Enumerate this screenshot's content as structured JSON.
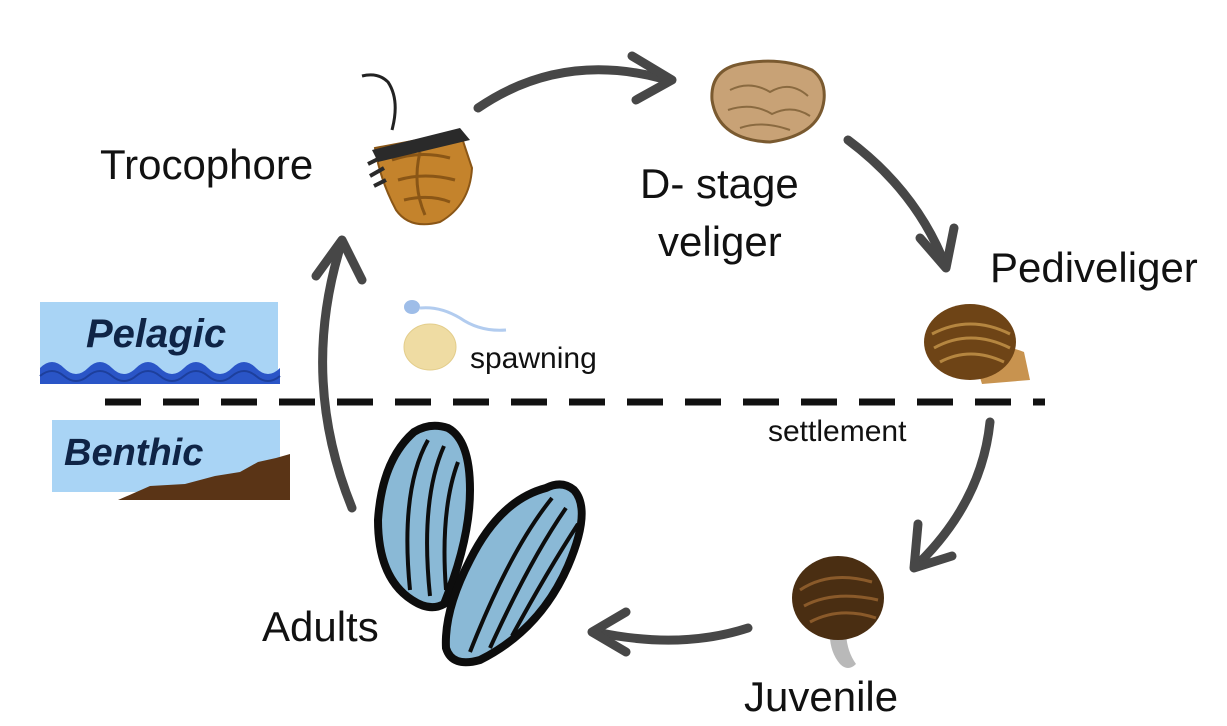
{
  "zones": {
    "pelagic": "Pelagic",
    "benthic": "Benthic"
  },
  "stages": {
    "trocophore": "Trocophore",
    "d_stage_line1": "D- stage",
    "d_stage_line2": "veliger",
    "pediveliger": "Pediveliger",
    "juvenile": "Juvenile",
    "adults": "Adults"
  },
  "events": {
    "spawning": "spawning",
    "settlement": "settlement"
  },
  "colors": {
    "arrow": "#474747",
    "water": "#a9d4f5",
    "wave": "#2a55c7",
    "sediment": "#5a3416",
    "larva_tan": "#c8a276",
    "larva_orange": "#c4832c",
    "shell_brown": "#5e3a12",
    "mussel_blue": "#8ab9d6",
    "egg": "#efdca3",
    "sperm": "#9ebde8"
  },
  "icons": [
    "trocophore-larva-icon",
    "d-veliger-larva-icon",
    "pediveliger-larva-icon",
    "juvenile-mussel-icon",
    "adult-mussels-icon",
    "egg-icon",
    "sperm-icon",
    "pelagic-water-icon",
    "benthic-seafloor-icon"
  ]
}
